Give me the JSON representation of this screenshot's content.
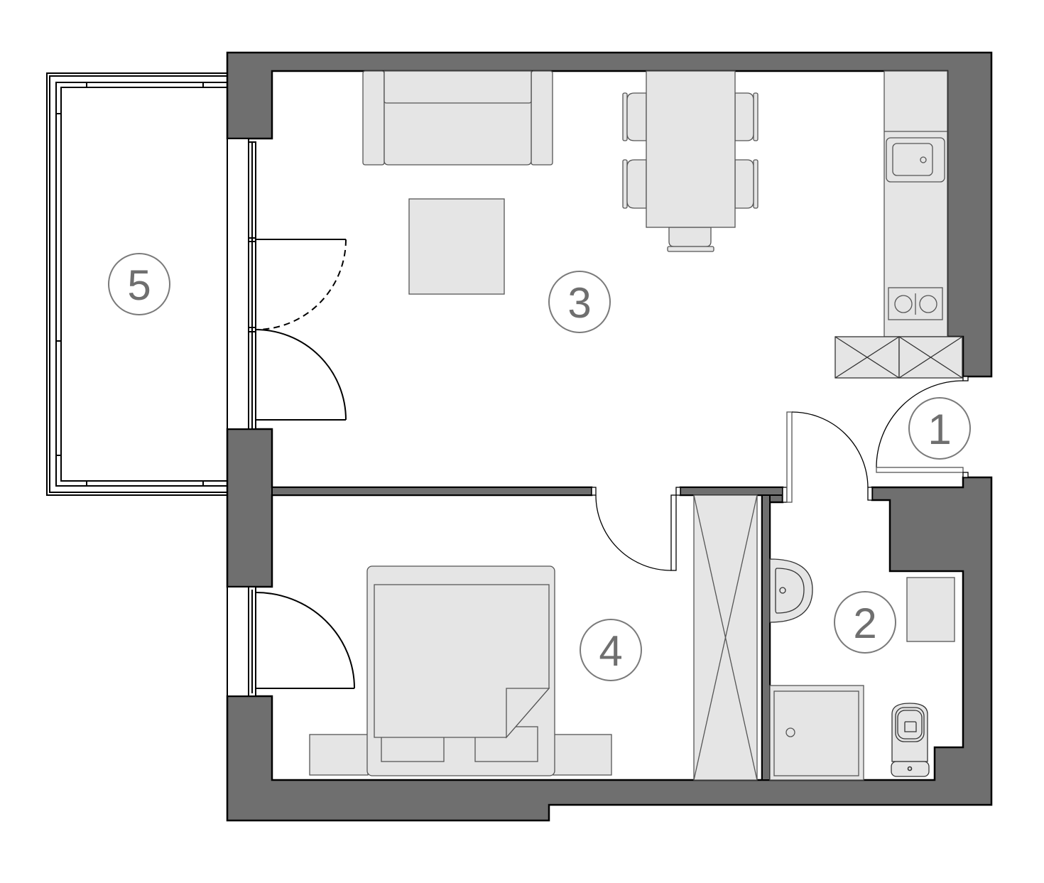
{
  "plan": {
    "type": "apartment-floor-plan",
    "colors": {
      "wall": "#6f6f6f",
      "wall_stroke": "#000000",
      "furniture": "#e5e5e5",
      "furniture_stroke": "#555555",
      "label": "#6f6f6f",
      "background": "#ffffff"
    },
    "rooms": [
      {
        "id": "1",
        "label": "1",
        "name": "hallway"
      },
      {
        "id": "2",
        "label": "2",
        "name": "bathroom"
      },
      {
        "id": "3",
        "label": "3",
        "name": "living-room-kitchen"
      },
      {
        "id": "4",
        "label": "4",
        "name": "bedroom"
      },
      {
        "id": "5",
        "label": "5",
        "name": "balcony"
      }
    ]
  }
}
